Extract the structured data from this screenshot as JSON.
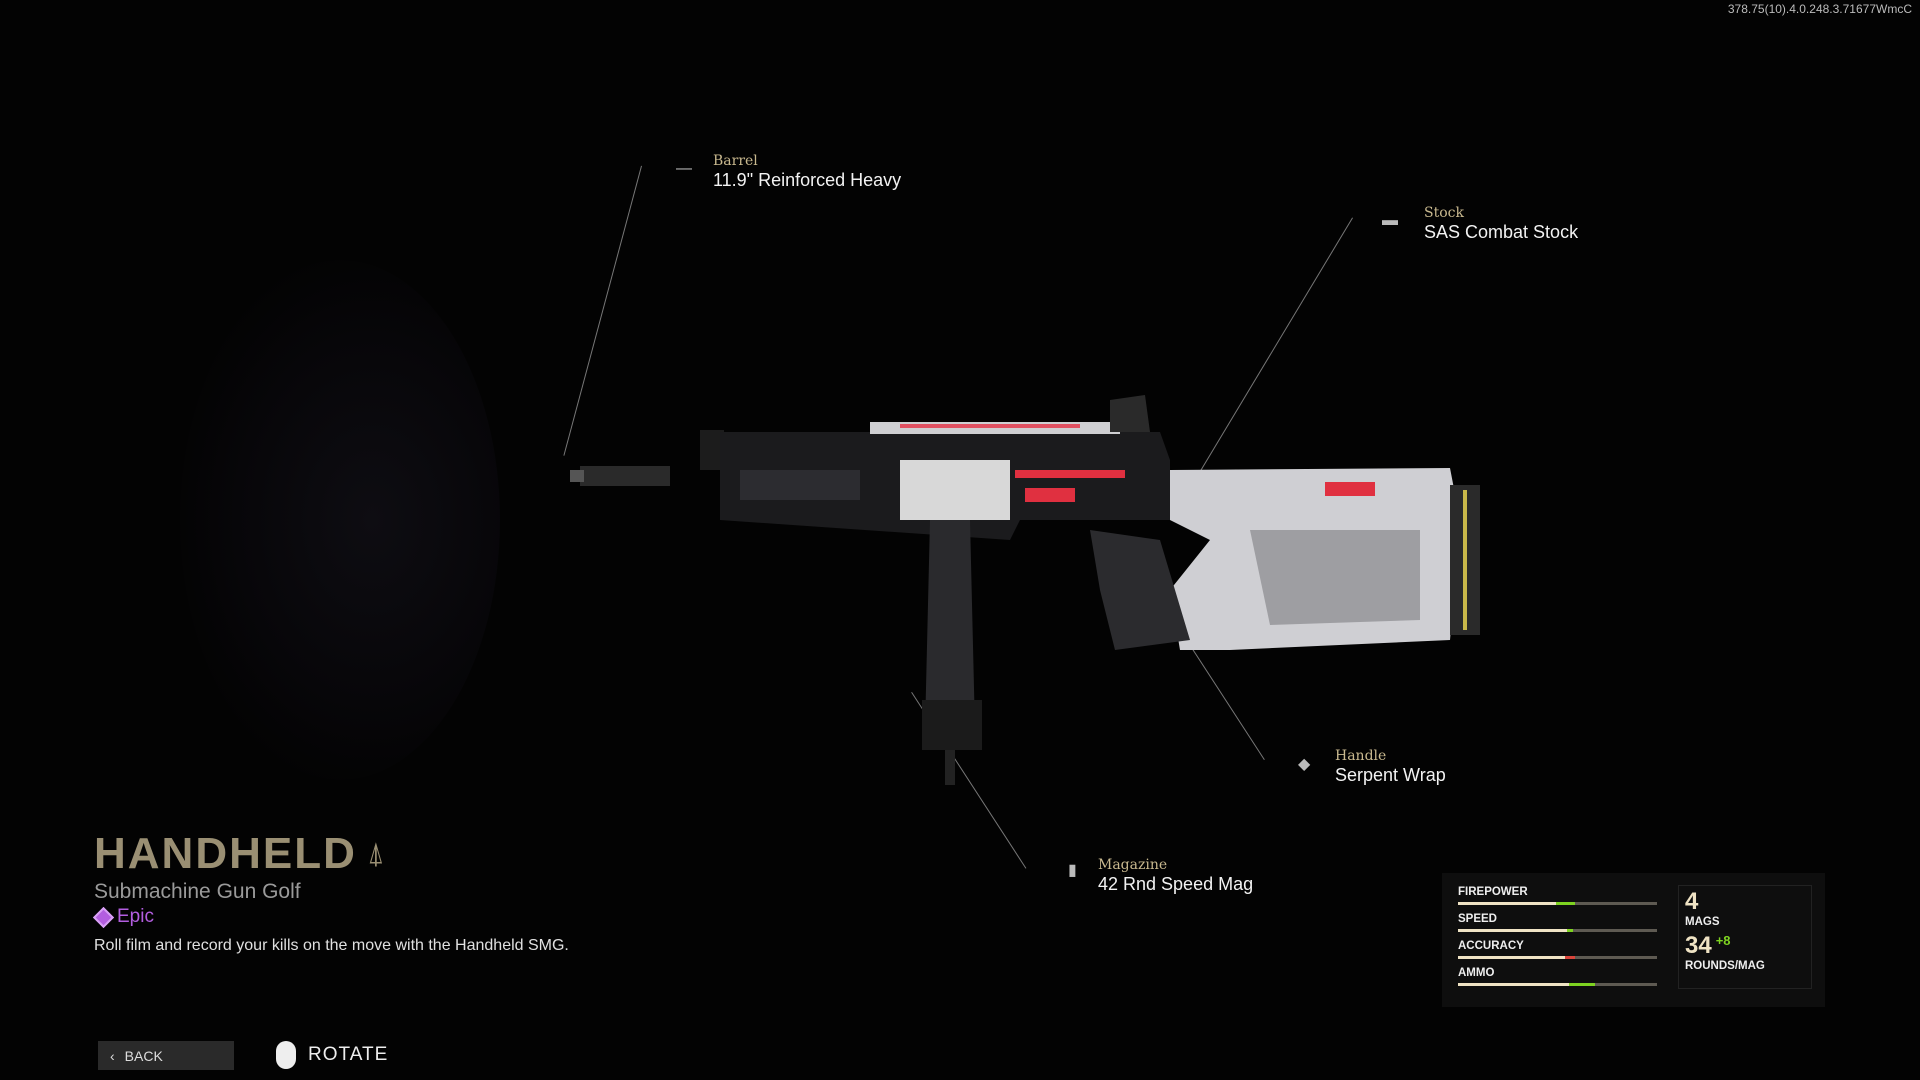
{
  "version": "378.75(10).4.0.248.3.71677WmcC",
  "attachments": [
    {
      "slot": "Barrel",
      "name": "11.9\" Reinforced Heavy"
    },
    {
      "slot": "Stock",
      "name": "SAS Combat Stock"
    },
    {
      "slot": "Handle",
      "name": "Serpent Wrap"
    },
    {
      "slot": "Magazine",
      "name": "42 Rnd Speed Mag"
    }
  ],
  "weapon": {
    "name": "HANDHELD",
    "class": "Submachine Gun Golf",
    "rarity": "Epic",
    "description": "Roll film and record your kills on the move with the Handheld SMG.",
    "rarity_color": "#b35ee0"
  },
  "footer": {
    "back": "BACK",
    "rotate": "ROTATE"
  },
  "stats": [
    {
      "name": "FIREPOWER",
      "base": 49,
      "mod": 59,
      "change": "up"
    },
    {
      "name": "SPEED",
      "base": 55,
      "mod": 58,
      "change": "up"
    },
    {
      "name": "ACCURACY",
      "base": 54,
      "mod": 59,
      "change": "down"
    },
    {
      "name": "AMMO",
      "base": 56,
      "mod": 69,
      "change": "up"
    }
  ],
  "ammo": {
    "mags": "4",
    "mags_label": "MAGS",
    "rounds": "34",
    "rounds_bonus": "+8",
    "rounds_label": "ROUNDS/MAG"
  }
}
